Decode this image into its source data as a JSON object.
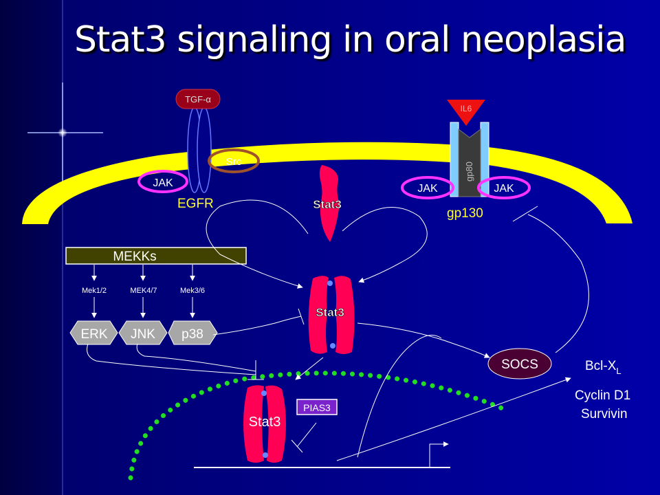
{
  "title": "Stat3 signaling in oral neoplasia",
  "colors": {
    "background": "#000080",
    "membrane": "#ffff00",
    "stat3": "#ff0055",
    "jak_ring": "#ff33ff",
    "src_ring": "#a0522d",
    "nuclear_envelope": "#22dd22",
    "kinase_node": "#a7a7a7",
    "mekks_box": "#424200",
    "pias3": "#7a22cc",
    "socs": "#4a0033",
    "tgf_alpha": "#99001a",
    "il6": "#ee1111",
    "gp130": "#80ccff",
    "gp80": "#3a3a3a"
  },
  "receptors": {
    "tgf_alpha": "TGF-α",
    "egfr": "EGFR",
    "src": "Src",
    "jak_egfr": "JAK",
    "il6": "IL6",
    "gp80": "gp80",
    "jak_left": "JAK",
    "jak_right": "JAK",
    "gp130": "gp130"
  },
  "stat3": {
    "upper": "Stat3",
    "middle": "Stat3",
    "lower": "Stat3"
  },
  "mapk": {
    "mekks": "MEKKs",
    "meks": [
      "Mek1/2",
      "MEK4/7",
      "Mek3/6"
    ],
    "kinases": [
      "ERK",
      "JNK",
      "p38"
    ]
  },
  "regulators": {
    "pias3": "PIAS3",
    "socs": "SOCS"
  },
  "targets": {
    "bclxl_main": "Bcl-X",
    "bclxl_sub": "L",
    "cyclin": "Cyclin D1",
    "survivin": "Survivin"
  }
}
